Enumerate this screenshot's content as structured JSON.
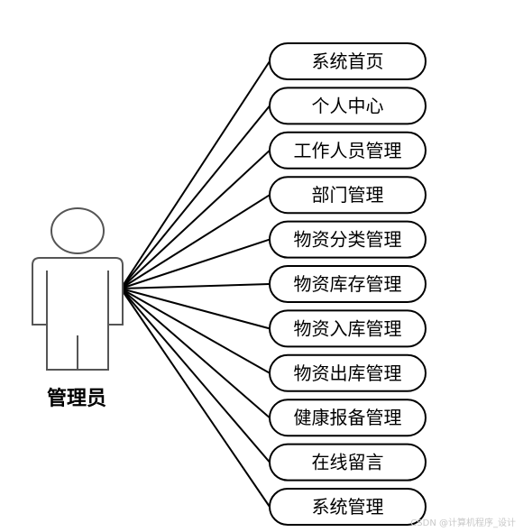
{
  "actor": {
    "label": "管理员"
  },
  "use_cases": [
    {
      "label": "系统首页"
    },
    {
      "label": "个人中心"
    },
    {
      "label": "工作人员管理"
    },
    {
      "label": "部门管理"
    },
    {
      "label": "物资分类管理"
    },
    {
      "label": "物资库存管理"
    },
    {
      "label": "物资入库管理"
    },
    {
      "label": "物资出库管理"
    },
    {
      "label": "健康报备管理"
    },
    {
      "label": "在线留言"
    },
    {
      "label": "系统管理"
    }
  ],
  "watermark": "CSDN @计算机程序_设计",
  "colors": {
    "stroke": "#000000",
    "actor_stroke": "#555555",
    "watermark": "#c8c8c8"
  }
}
